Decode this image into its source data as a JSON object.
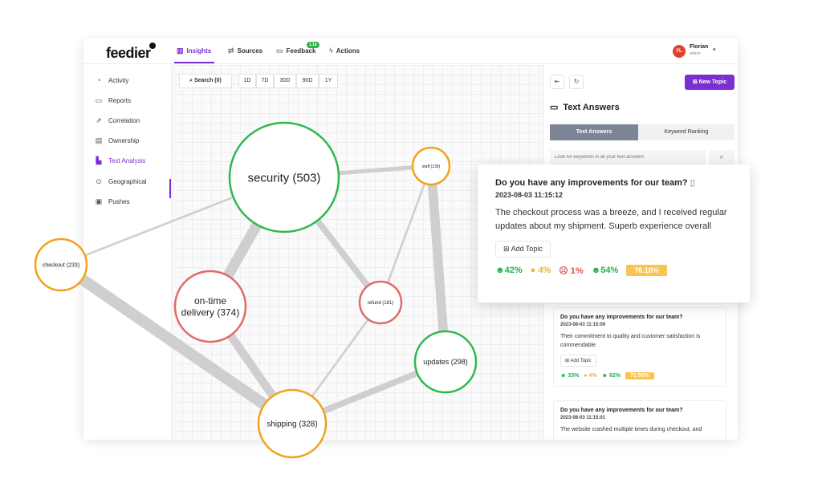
{
  "brand": {
    "logo": "feedier",
    "accent": "#7b2fd1"
  },
  "nav": {
    "insights": "Insights",
    "sources": "Sources",
    "feedback": "Feedback",
    "feedback_badge": "1.1k",
    "actions": "Actions"
  },
  "user": {
    "initials": "FL",
    "name": "Florian",
    "role": "admin"
  },
  "sidebar": {
    "items": [
      {
        "label": "Activity",
        "icon": "gauge-icon"
      },
      {
        "label": "Reports",
        "icon": "folder-icon"
      },
      {
        "label": "Correlation",
        "icon": "share-icon"
      },
      {
        "label": "Ownership",
        "icon": "clipboard-icon"
      },
      {
        "label": "Text Analysis",
        "icon": "text-analysis-icon"
      },
      {
        "label": "Geographical",
        "icon": "map-pin-icon"
      },
      {
        "label": "Pushes",
        "icon": "message-icon"
      }
    ],
    "active_index": 4
  },
  "toolbar": {
    "search": "Search (0)",
    "ranges": [
      "1D",
      "7D",
      "30D",
      "90D",
      "1Y"
    ]
  },
  "graph": {
    "nodes": [
      {
        "id": "security",
        "label": "security (503)",
        "status": "positive"
      },
      {
        "id": "staff",
        "label": "staff (139)",
        "status": "neutral"
      },
      {
        "id": "checkout",
        "label": "checkout (233)",
        "status": "neutral"
      },
      {
        "id": "ontime",
        "label": "on-time delivery (374)",
        "status": "negative"
      },
      {
        "id": "refund",
        "label": "refund (181)",
        "status": "negative"
      },
      {
        "id": "updates",
        "label": "updates (298)",
        "status": "positive"
      },
      {
        "id": "shipping",
        "label": "shipping (328)",
        "status": "neutral"
      }
    ],
    "edges": [
      {
        "from": "security",
        "to": "staff",
        "weight": 4
      },
      {
        "from": "security",
        "to": "ontime",
        "weight": 10
      },
      {
        "from": "security",
        "to": "refund",
        "weight": 6
      },
      {
        "from": "checkout",
        "to": "security",
        "weight": 2
      },
      {
        "from": "checkout",
        "to": "shipping",
        "weight": 11
      },
      {
        "from": "ontime",
        "to": "shipping",
        "weight": 8
      },
      {
        "from": "staff",
        "to": "refund",
        "weight": 2
      },
      {
        "from": "staff",
        "to": "updates",
        "weight": 9
      },
      {
        "from": "refund",
        "to": "shipping",
        "weight": 2
      },
      {
        "from": "updates",
        "to": "shipping",
        "weight": 6
      }
    ],
    "colors": {
      "positive": "#2db84c",
      "negative": "#e06a6a",
      "neutral": "#f2a21b",
      "edge": "#cfcfd2"
    }
  },
  "panel": {
    "new_topic": "New Topic",
    "title": "Text Answers",
    "tabs": [
      "Text Answers",
      "Keyword Ranking"
    ],
    "search_placeholder": "Look for keywords in all your text answers"
  },
  "popup": {
    "question": "Do you have any improvements for our team?",
    "date": "2023-08-03 11:15:12",
    "text": "The checkout process was a breeze, and I received regular updates about my shipment. Superb experience overall",
    "add_topic": "Add Topic",
    "stats": {
      "positive": "42%",
      "neutral": "4%",
      "negative": "1%",
      "overall": "54%",
      "score": "76.10%"
    }
  },
  "cards": [
    {
      "question": "Do you have any improvements for our team?",
      "date": "2023-08-03 11:15:09",
      "text": "Their commitment to quality and customer satisfaction is commendable",
      "add_topic": "Add Topic",
      "stats": {
        "positive": "33%",
        "neutral": "4%",
        "overall": "62%",
        "score": "71.50%"
      }
    },
    {
      "question": "Do you have any improvements for our team?",
      "date": "2023-08-03 11:15:01",
      "text": "The website crashed multiple times during checkout, and"
    }
  ]
}
